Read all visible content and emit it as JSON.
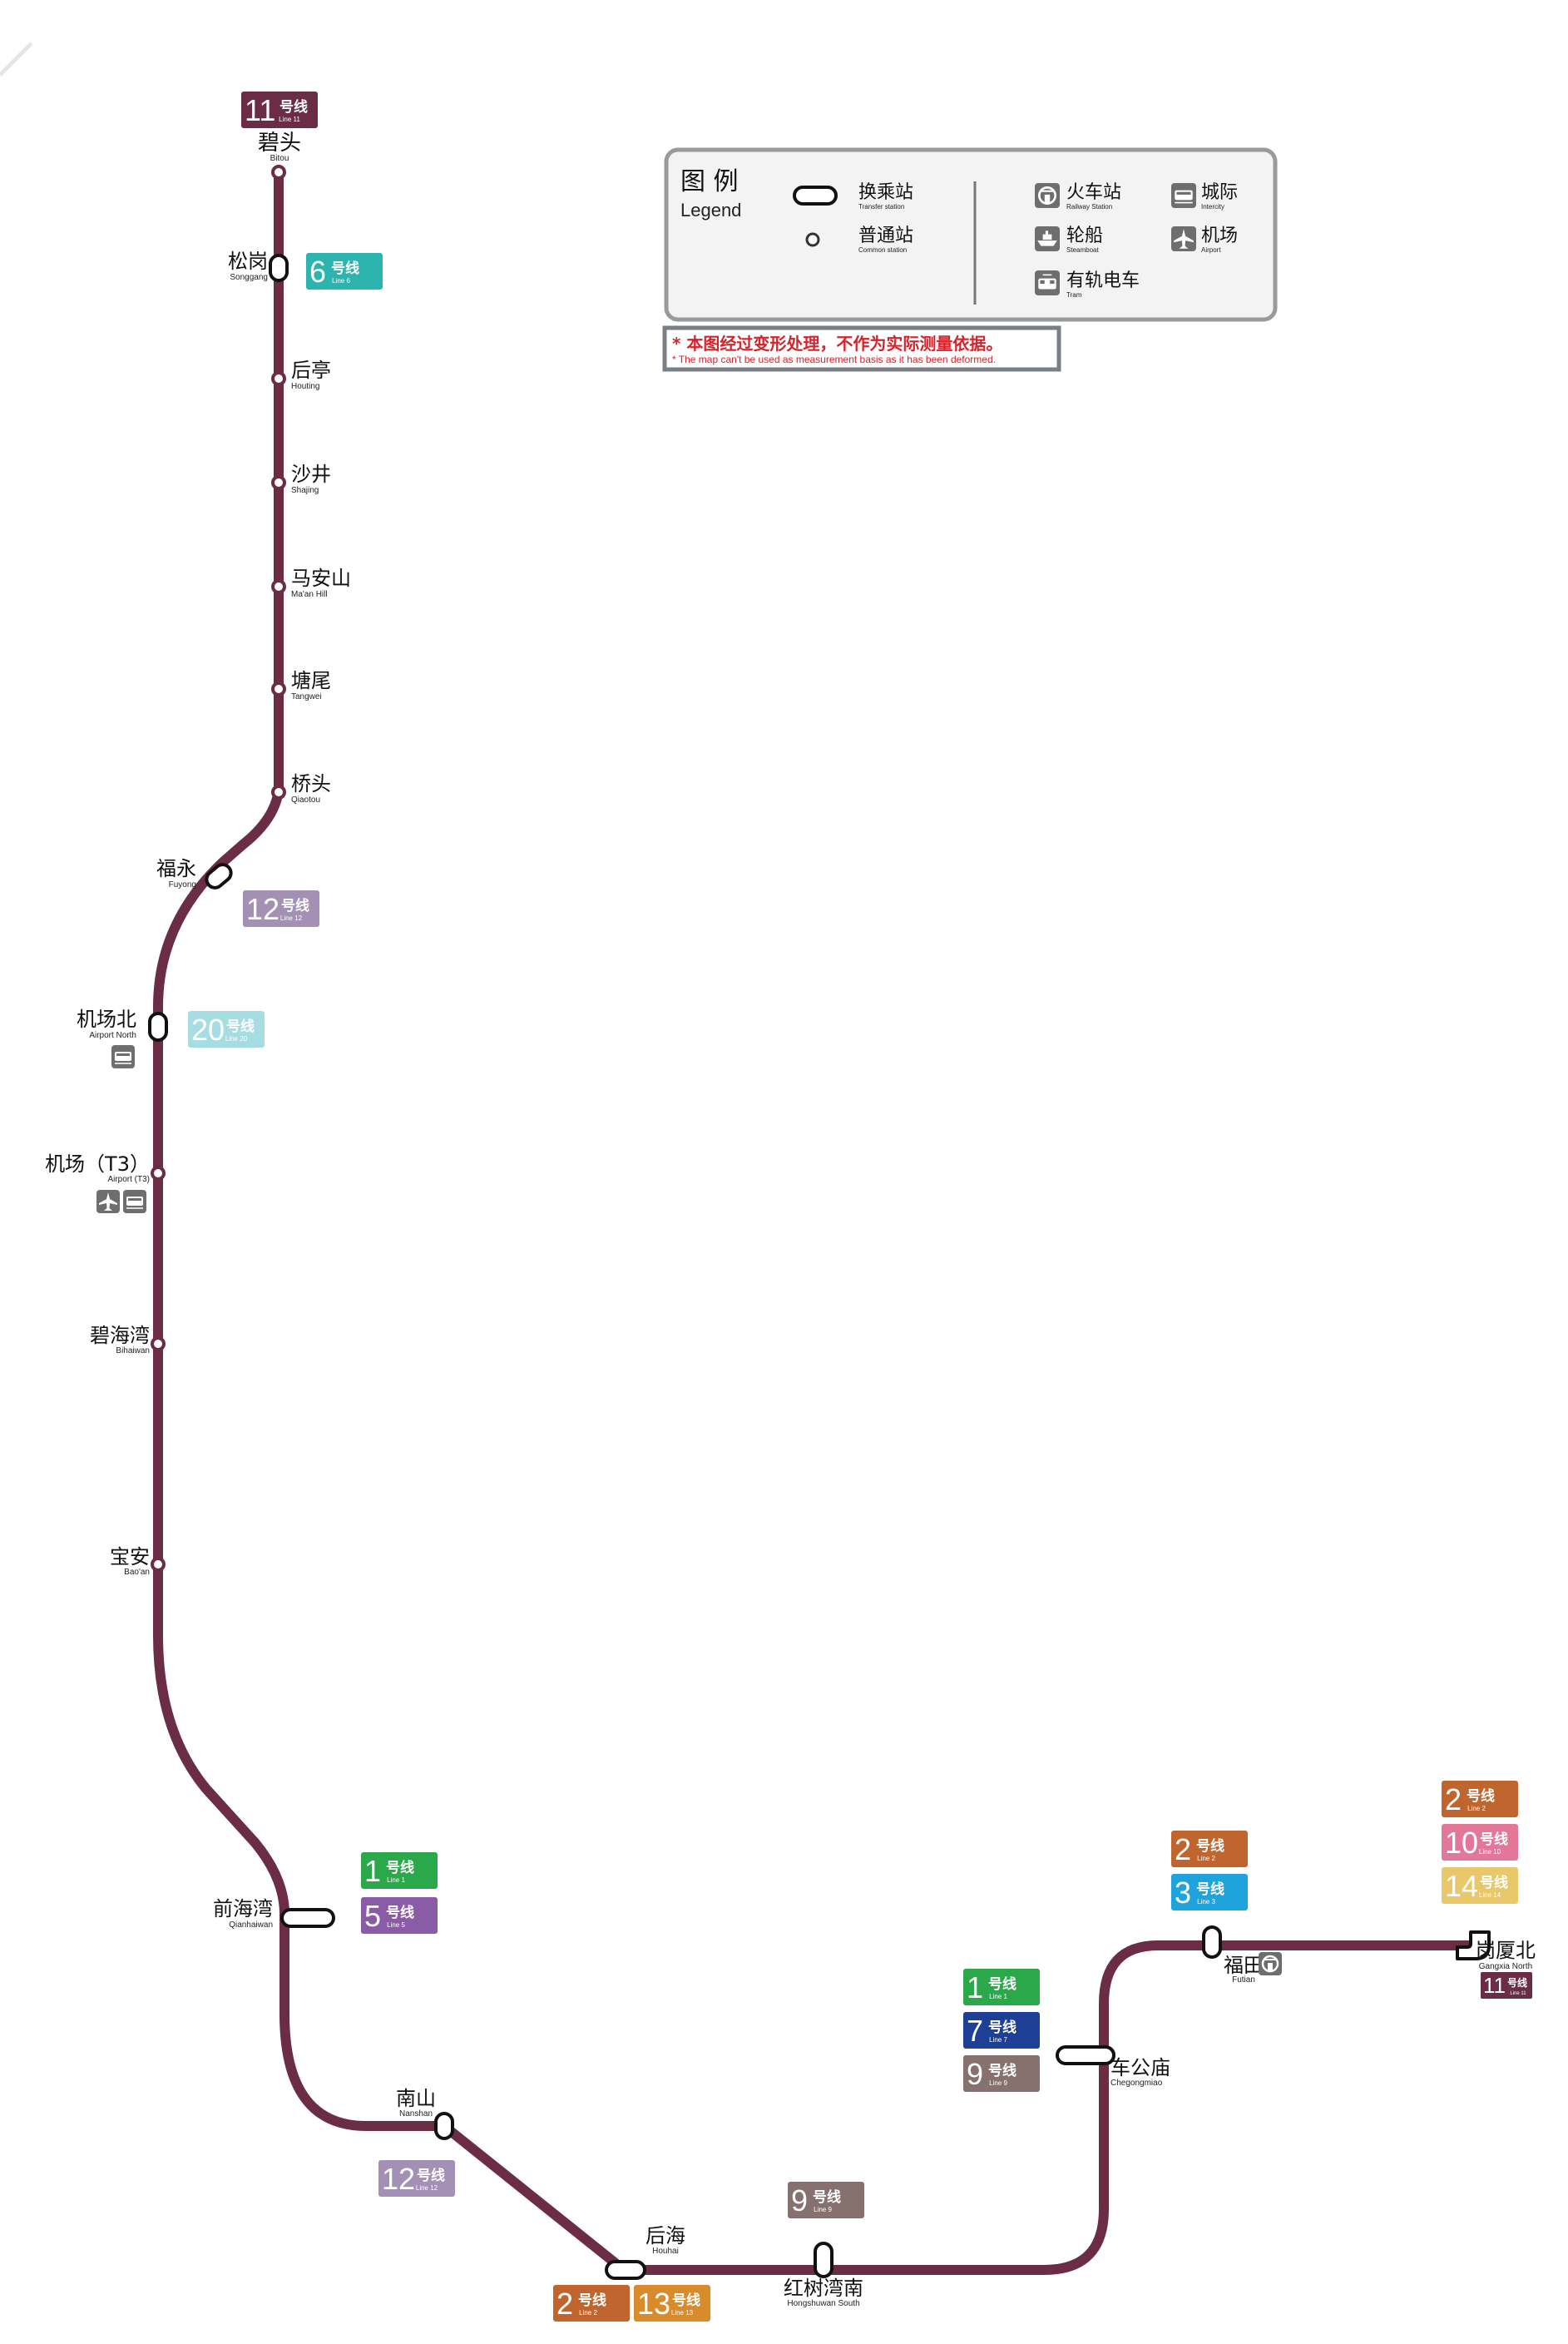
{
  "colors": {
    "route": "#6B2C45",
    "legend_border": "#9a9a9a",
    "legend_bg": "#f3f3f3",
    "warning_text": "#d4232b",
    "warning_border": "#7a7f86",
    "icon_grey": "#6e6e6e"
  },
  "route": {
    "line_badge": {
      "number": "11",
      "zh": "号线",
      "en": "Line 11",
      "color": "#6B2C45"
    }
  },
  "stations": [
    {
      "zh": "碧头",
      "en": "Bitou",
      "type": "common"
    },
    {
      "zh": "松岗",
      "en": "Songgang",
      "type": "transfer",
      "transfers": [
        {
          "number": "6",
          "zh": "号线",
          "en": "Line 6",
          "color": "#2CB5AE"
        }
      ]
    },
    {
      "zh": "后亭",
      "en": "Houting",
      "type": "common"
    },
    {
      "zh": "沙井",
      "en": "Shajing",
      "type": "common"
    },
    {
      "zh": "马安山",
      "en": "Ma'an Hill",
      "type": "common"
    },
    {
      "zh": "塘尾",
      "en": "Tangwei",
      "type": "common"
    },
    {
      "zh": "桥头",
      "en": "Qiaotou",
      "type": "common"
    },
    {
      "zh": "福永",
      "en": "Fuyong",
      "type": "transfer",
      "transfers": [
        {
          "number": "12",
          "zh": "号线",
          "en": "Line 12",
          "color": "#A390B4"
        }
      ]
    },
    {
      "zh": "机场北",
      "en": "Airport North",
      "type": "transfer",
      "transfers": [
        {
          "number": "20",
          "zh": "号线",
          "en": "Line 20",
          "color": "#A6DDE3"
        }
      ],
      "facilities": [
        "intercity-icon"
      ]
    },
    {
      "zh": "机场（T3）",
      "en": "Airport (T3)",
      "type": "common",
      "facilities": [
        "airport-icon",
        "intercity-icon"
      ]
    },
    {
      "zh": "碧海湾",
      "en": "Bihaiwan",
      "type": "common"
    },
    {
      "zh": "宝安",
      "en": "Bao'an",
      "type": "common"
    },
    {
      "zh": "前海湾",
      "en": "Qianhaiwan",
      "type": "transfer",
      "transfers": [
        {
          "number": "1",
          "zh": "号线",
          "en": "Line 1",
          "color": "#2BA84A"
        },
        {
          "number": "5",
          "zh": "号线",
          "en": "Line 5",
          "color": "#8A5CA7"
        }
      ]
    },
    {
      "zh": "南山",
      "en": "Nanshan",
      "type": "transfer",
      "transfers": [
        {
          "number": "12",
          "zh": "号线",
          "en": "Line 12",
          "color": "#A390B4"
        }
      ]
    },
    {
      "zh": "后海",
      "en": "Houhai",
      "type": "transfer",
      "transfers": [
        {
          "number": "2",
          "zh": "号线",
          "en": "Line 2",
          "color": "#C0652E"
        },
        {
          "number": "13",
          "zh": "号线",
          "en": "Line 13",
          "color": "#D98A2B"
        }
      ]
    },
    {
      "zh": "红树湾南",
      "en": "Hongshuwan South",
      "type": "transfer",
      "transfers": [
        {
          "number": "9",
          "zh": "号线",
          "en": "Line 9",
          "color": "#86716F"
        }
      ]
    },
    {
      "zh": "车公庙",
      "en": "Chegongmiao",
      "type": "transfer",
      "transfers": [
        {
          "number": "1",
          "zh": "号线",
          "en": "Line 1",
          "color": "#2BA84A"
        },
        {
          "number": "7",
          "zh": "号线",
          "en": "Line 7",
          "color": "#1D3F95"
        },
        {
          "number": "9",
          "zh": "号线",
          "en": "Line 9",
          "color": "#86716F"
        }
      ]
    },
    {
      "zh": "福田",
      "en": "Futian",
      "type": "transfer",
      "transfers": [
        {
          "number": "2",
          "zh": "号线",
          "en": "Line 2",
          "color": "#C0652E"
        },
        {
          "number": "3",
          "zh": "号线",
          "en": "Line 3",
          "color": "#1FA3DD"
        }
      ],
      "facilities": [
        "railway-station-icon"
      ]
    },
    {
      "zh": "岗厦北",
      "en": "Gangxia North",
      "type": "transfer",
      "transfers": [
        {
          "number": "2",
          "zh": "号线",
          "en": "Line 2",
          "color": "#C0652E"
        },
        {
          "number": "10",
          "zh": "号线",
          "en": "Line 10",
          "color": "#E2779A"
        },
        {
          "number": "14",
          "zh": "号线",
          "en": "Line 14",
          "color": "#E8C86B"
        }
      ],
      "line_badge": {
        "number": "11",
        "zh": "号线",
        "en": "Line 11",
        "color": "#6B2C45"
      }
    }
  ],
  "legend": {
    "title_zh": "图 例",
    "title_en": "Legend",
    "items": [
      {
        "zh": "换乘站",
        "en": "Transfer station",
        "icon": "transfer-station-icon"
      },
      {
        "zh": "普通站",
        "en": "Common station",
        "icon": "common-station-icon"
      },
      {
        "zh": "火车站",
        "en": "Railway Station",
        "icon": "railway-station-icon"
      },
      {
        "zh": "城际",
        "en": "Intercity",
        "icon": "intercity-icon"
      },
      {
        "zh": "轮船",
        "en": "Steamboat",
        "icon": "steamboat-icon"
      },
      {
        "zh": "机场",
        "en": "Airport",
        "icon": "airport-icon"
      },
      {
        "zh": "有轨电车",
        "en": "Tram",
        "icon": "tram-icon"
      }
    ]
  },
  "notice": {
    "zh": "* 本图经过变形处理，不作为实际测量依据。",
    "en": "The map can't be used as measurement basis as it has been deformed."
  }
}
